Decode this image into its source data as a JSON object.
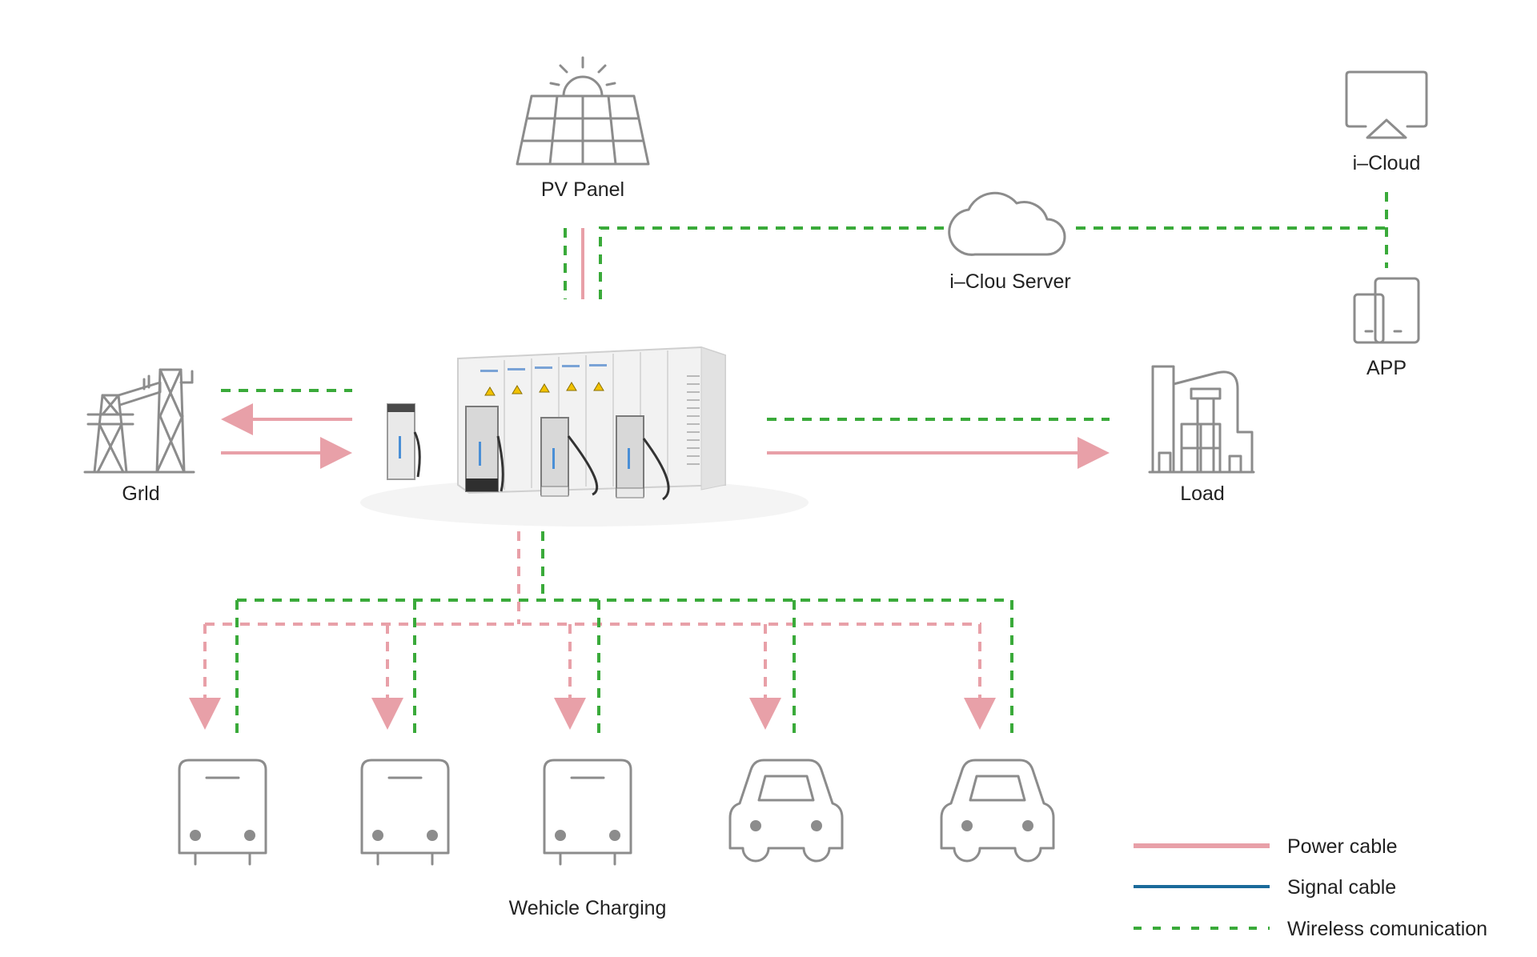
{
  "nodes": {
    "pv_panel": "PV Panel",
    "cloud_server": "i–Clou Server",
    "icloud": "i–Cloud",
    "app": "APP",
    "grid": "Grld",
    "load": "Load",
    "vehicle_charging": "Wehicle Charging"
  },
  "legend": {
    "power": "Power cable",
    "signal": "Signal cable",
    "wireless": "Wireless comunication"
  },
  "vehicles": [
    {
      "type": "bus"
    },
    {
      "type": "bus"
    },
    {
      "type": "bus"
    },
    {
      "type": "car"
    },
    {
      "type": "car"
    }
  ],
  "colors": {
    "power": "#e8a0a8",
    "signal": "#1a6a9a",
    "wireless": "#3aaa3a",
    "icon": "#8c8c8c"
  },
  "icons": [
    "solar-panel-icon",
    "cloud-icon",
    "airplay-screen-icon",
    "devices-icon",
    "power-tower-icon",
    "factory-icon",
    "bus-icon",
    "car-icon",
    "storage-container-icon"
  ]
}
